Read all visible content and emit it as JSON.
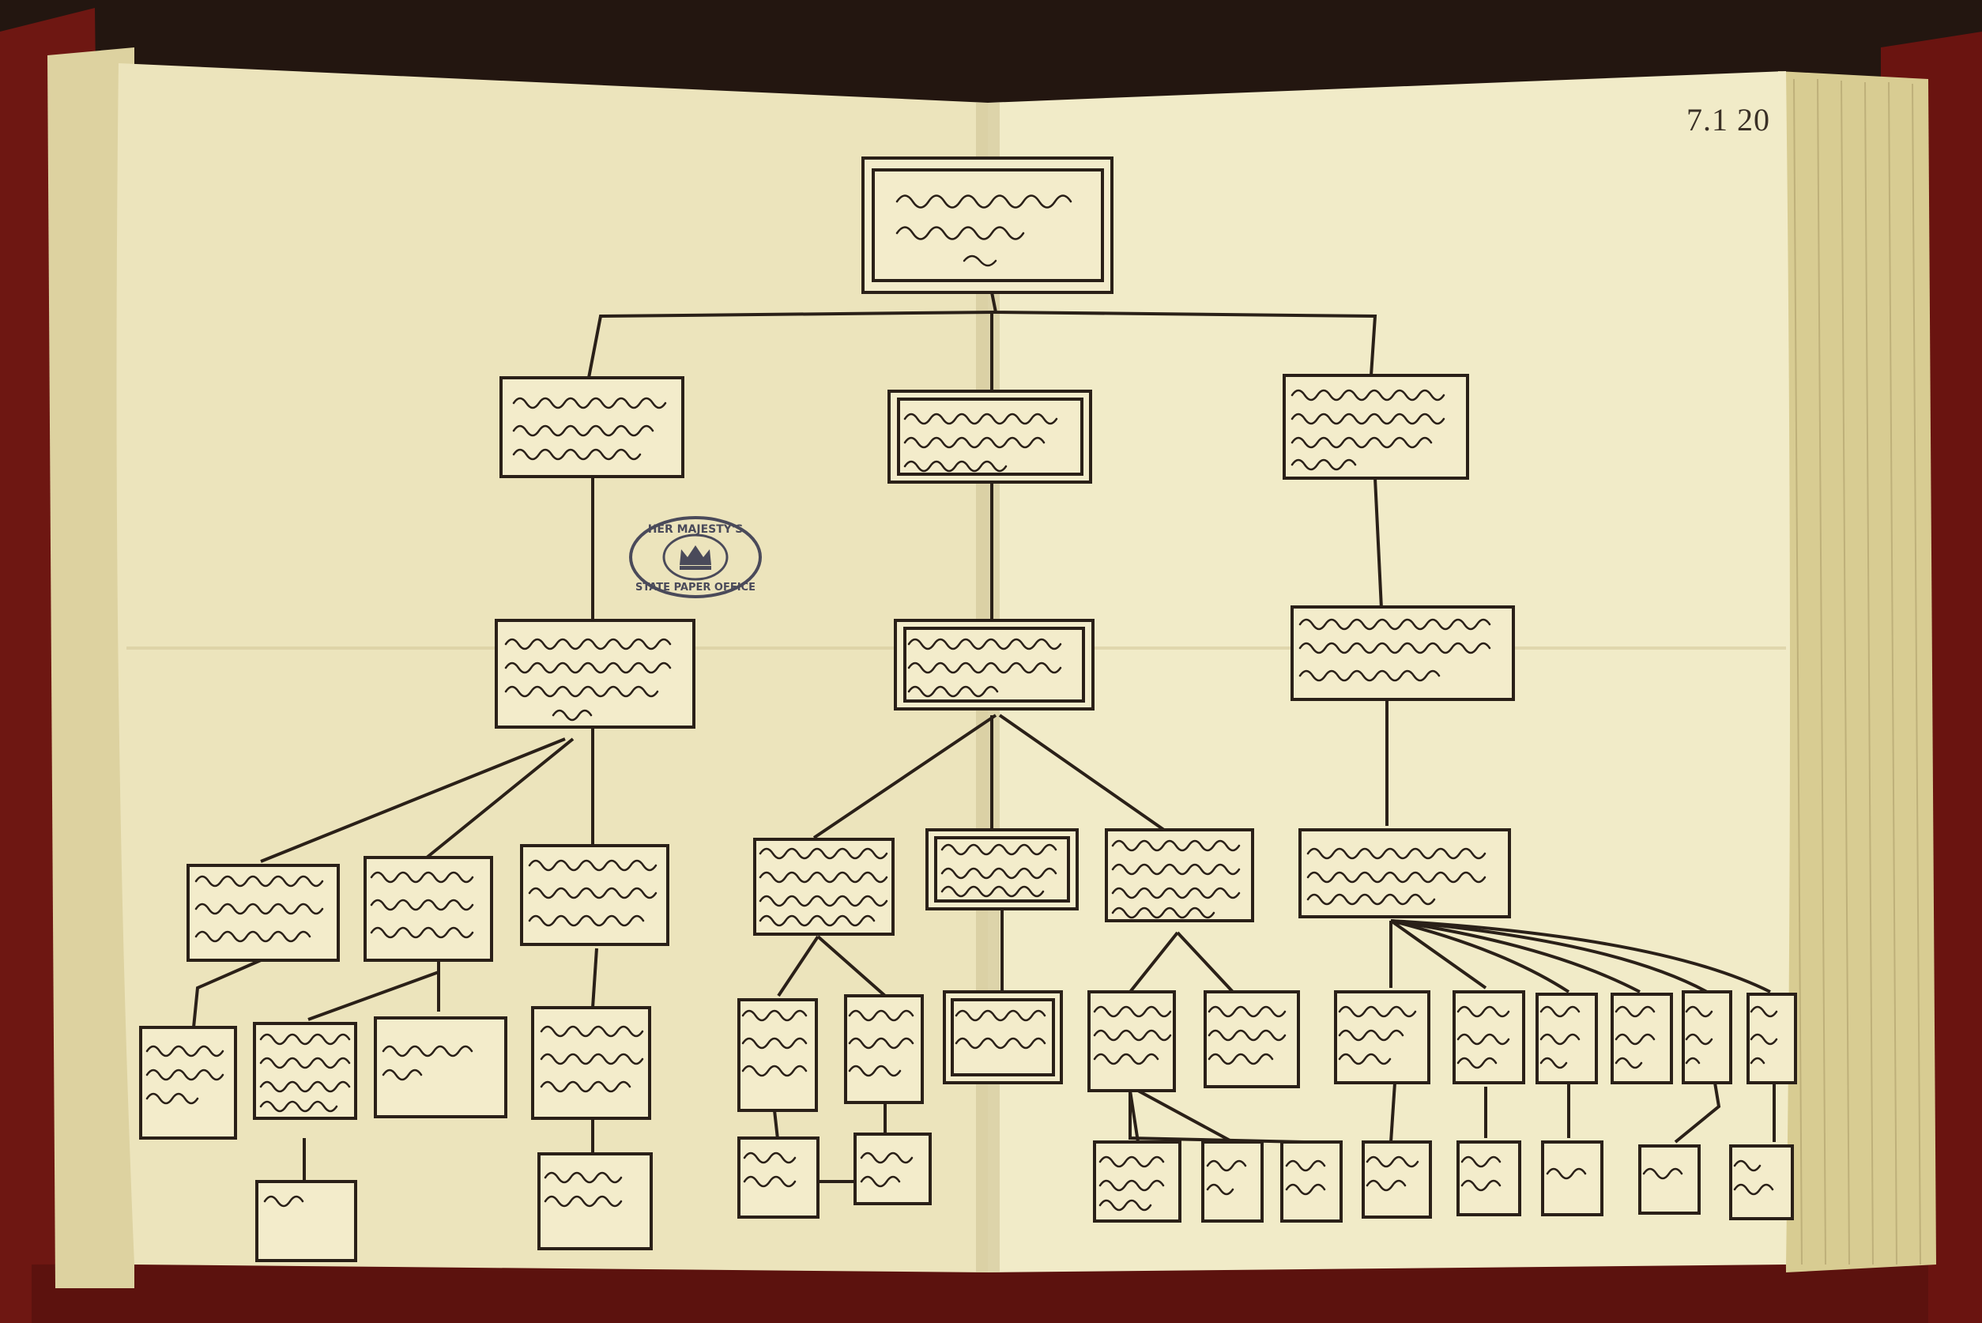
{
  "folio_number": "7.1 20",
  "stamp": {
    "text_top": "HER MAJESTY'S",
    "text_bottom": "STATE PAPER OFFICE",
    "emblem": "crown-icon"
  },
  "colors": {
    "background": "#2a1a12",
    "binding": "#7a1a14",
    "paper": "#efe8c4",
    "paper_edge": "#d9cfa3",
    "ink": "#2a2018",
    "stamp_ink": "#4a4a5a"
  },
  "tree_boxes": [
    {
      "id": "root",
      "kind": "double"
    },
    {
      "id": "l1-a"
    },
    {
      "id": "l1-b",
      "kind": "double"
    },
    {
      "id": "l1-c"
    },
    {
      "id": "l2-a"
    },
    {
      "id": "l2-b",
      "kind": "double"
    },
    {
      "id": "l2-c"
    },
    {
      "id": "l3-a"
    },
    {
      "id": "l3-b"
    },
    {
      "id": "l3-c"
    },
    {
      "id": "l3-d"
    },
    {
      "id": "l3-e",
      "kind": "double"
    },
    {
      "id": "l3-f"
    },
    {
      "id": "l3-g"
    }
  ]
}
